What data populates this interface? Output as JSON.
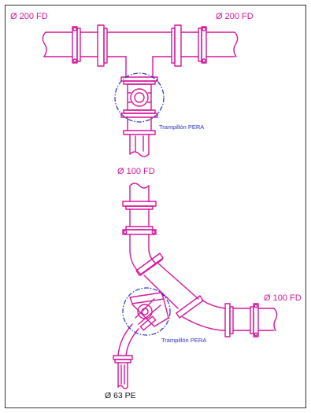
{
  "labels": {
    "main_left": "Ø 200 FD",
    "main_right": "Ø 200 FD",
    "valve_top": "Trampillón PERA",
    "branch_top": "Ø 100 FD",
    "branch_right": "Ø 100 FD",
    "valve_bottom": "Trampillón PERA",
    "outlet": "Ø 63 PE"
  },
  "colors": {
    "pipe": "#d6169b",
    "callout": "#2730c9",
    "text": "#111111"
  }
}
